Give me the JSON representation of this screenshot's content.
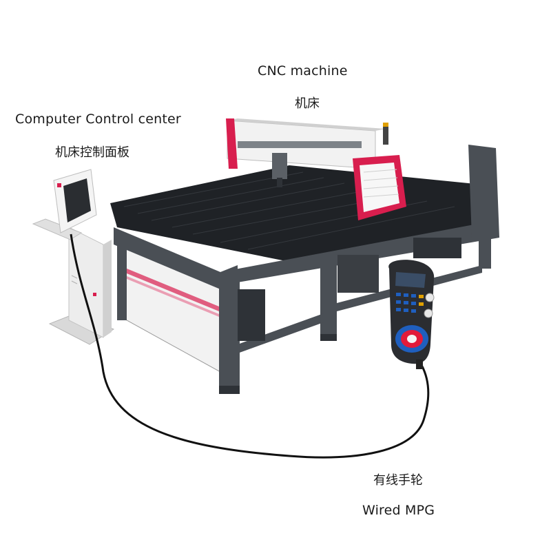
{
  "labels": {
    "cnc_machine_en": "CNC machine",
    "cnc_machine_cn": "机床",
    "control_center_en": "Computer Control center",
    "control_center_cn": "机床控制面板",
    "mpg_cn": "有线手轮",
    "mpg_en": "Wired MPG"
  },
  "colors": {
    "frame": "#4a4f55",
    "frame_dark": "#2e3237",
    "bed": "#1f2226",
    "panel_white": "#f2f2f2",
    "accent_red": "#d81e4e",
    "cable": "#111111",
    "pendant_body": "#2b2d31",
    "pendant_blue": "#1f5fbf",
    "mpg_wheel": "#e21a3a"
  },
  "icons": {
    "control_center": "console-terminal-icon",
    "cnc": "cnc-cutting-table-icon",
    "mpg": "handwheel-pendant-icon"
  }
}
